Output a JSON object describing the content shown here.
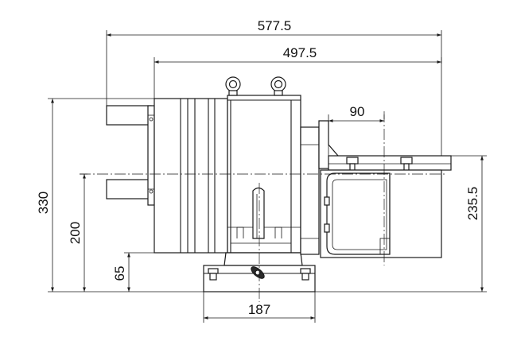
{
  "drawing": {
    "dimensions": {
      "overall_length": "577.5",
      "body_length": "497.5",
      "flange_width": "90",
      "overall_height": "330",
      "center_height": "200",
      "base_height": "65",
      "output_height": "235.5",
      "base_width": "187"
    }
  }
}
